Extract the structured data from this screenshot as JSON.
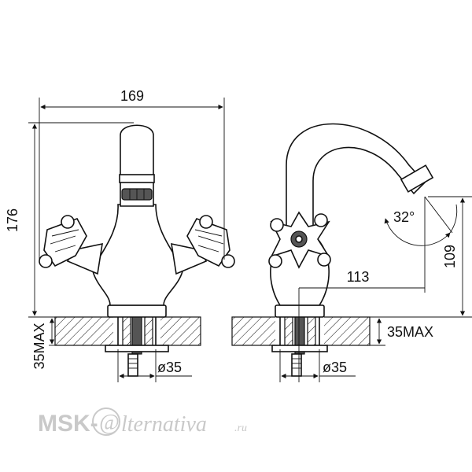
{
  "dimensions": {
    "width_front": "169",
    "height_total": "176",
    "deck_thickness_left": "35MAX",
    "deck_thickness_right": "35MAX",
    "hole_diameter_left": "ø35",
    "hole_diameter_right": "ø35",
    "spout_reach": "113",
    "spout_height": "109",
    "swivel_angle": "32°"
  },
  "watermark": {
    "brand_prefix": "MSK-",
    "at_symbol": "@",
    "brand_script": "lternativa",
    "domain_suffix": ".ru"
  },
  "colors": {
    "line": "#111111",
    "watermark": "#c9c9c9"
  }
}
